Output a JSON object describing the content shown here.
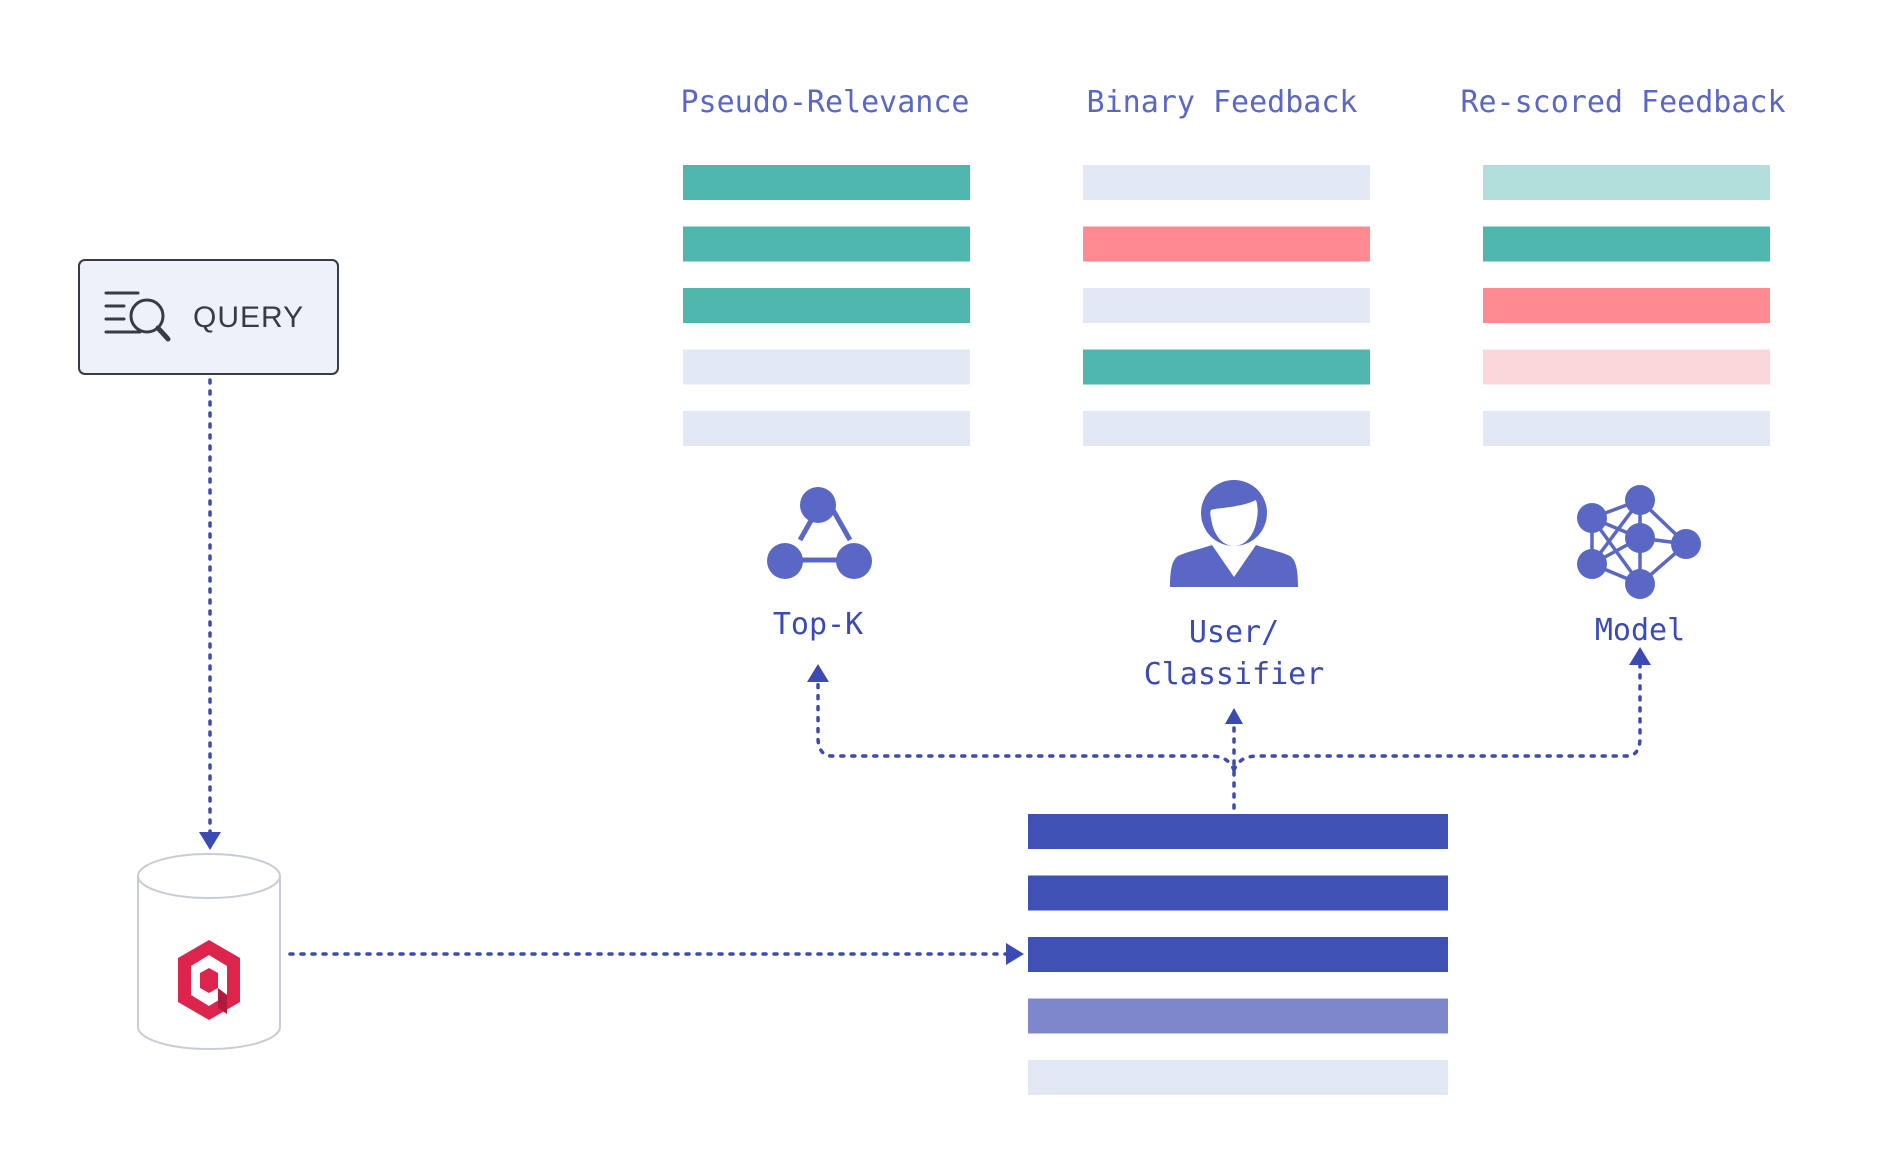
{
  "query": {
    "label": "QUERY",
    "icon": "search-list-icon"
  },
  "database": {
    "icon": "qdrant-logo",
    "shape": "database-cylinder"
  },
  "colors": {
    "accent": "#5a67c4",
    "arrow": "#3c4ab3",
    "relevant": "#4eb6ac",
    "relevant_light": "#b2dfdb",
    "irrelevant": "#ff8a91",
    "irrelevant_light": "#fbd7dc",
    "neutral": "#e2e7f4",
    "result_strong": "#3f51b5",
    "result_medium": "#7f87cc",
    "query_box_bg": "#eff1fa",
    "logo": "#dc244c"
  },
  "columns": [
    {
      "title": "Pseudo-Relevance",
      "icon": "graph-nodes-icon",
      "method_lines": [
        "Top-K"
      ],
      "rows": [
        "relevant",
        "relevant",
        "relevant",
        "neutral",
        "neutral"
      ]
    },
    {
      "title": "Binary Feedback",
      "icon": "user-icon",
      "method_lines": [
        "User/",
        "Classifier"
      ],
      "rows": [
        "neutral",
        "irrelevant",
        "neutral",
        "relevant",
        "neutral"
      ]
    },
    {
      "title": "Re-scored Feedback",
      "icon": "neural-network-icon",
      "method_lines": [
        "Model"
      ],
      "rows": [
        "relevant_light",
        "relevant",
        "irrelevant",
        "irrelevant_light",
        "neutral"
      ]
    }
  ],
  "results": {
    "rows": [
      "result_strong",
      "result_strong",
      "result_strong",
      "result_medium",
      "neutral"
    ]
  }
}
